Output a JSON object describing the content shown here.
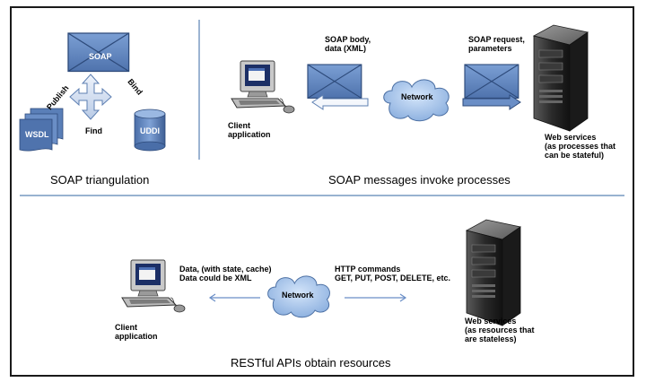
{
  "soap_triangulation": {
    "soap_label": "SOAP",
    "publish_label": "Publish",
    "bind_label": "Bind",
    "find_label": "Find",
    "wsdl_label": "WSDL",
    "uddi_label": "UDDI",
    "caption": "SOAP triangulation"
  },
  "soap_messages": {
    "body_label": "SOAP body,\ndata (XML)",
    "request_label": "SOAP request,\nparameters",
    "network_label": "Network",
    "client_label": "Client\napplication",
    "server_label": "Web services\n(as processes that\ncan be stateful)",
    "caption": "SOAP messages invoke processes"
  },
  "restful": {
    "data_label": "Data, (with state, cache)\nData could be XML",
    "http_label": "HTTP commands\nGET, PUT, POST, DELETE, etc.",
    "network_label": "Network",
    "client_label": "Client\napplication",
    "server_label": "Web services\n(as resources that\nare stateless)",
    "caption": "RESTful APIs obtain resources"
  },
  "colors": {
    "envelope": "#5a7fb8",
    "arrow": "#6a8ec6",
    "cloud": "#a6c4ea",
    "divider": "#5b83b3"
  }
}
